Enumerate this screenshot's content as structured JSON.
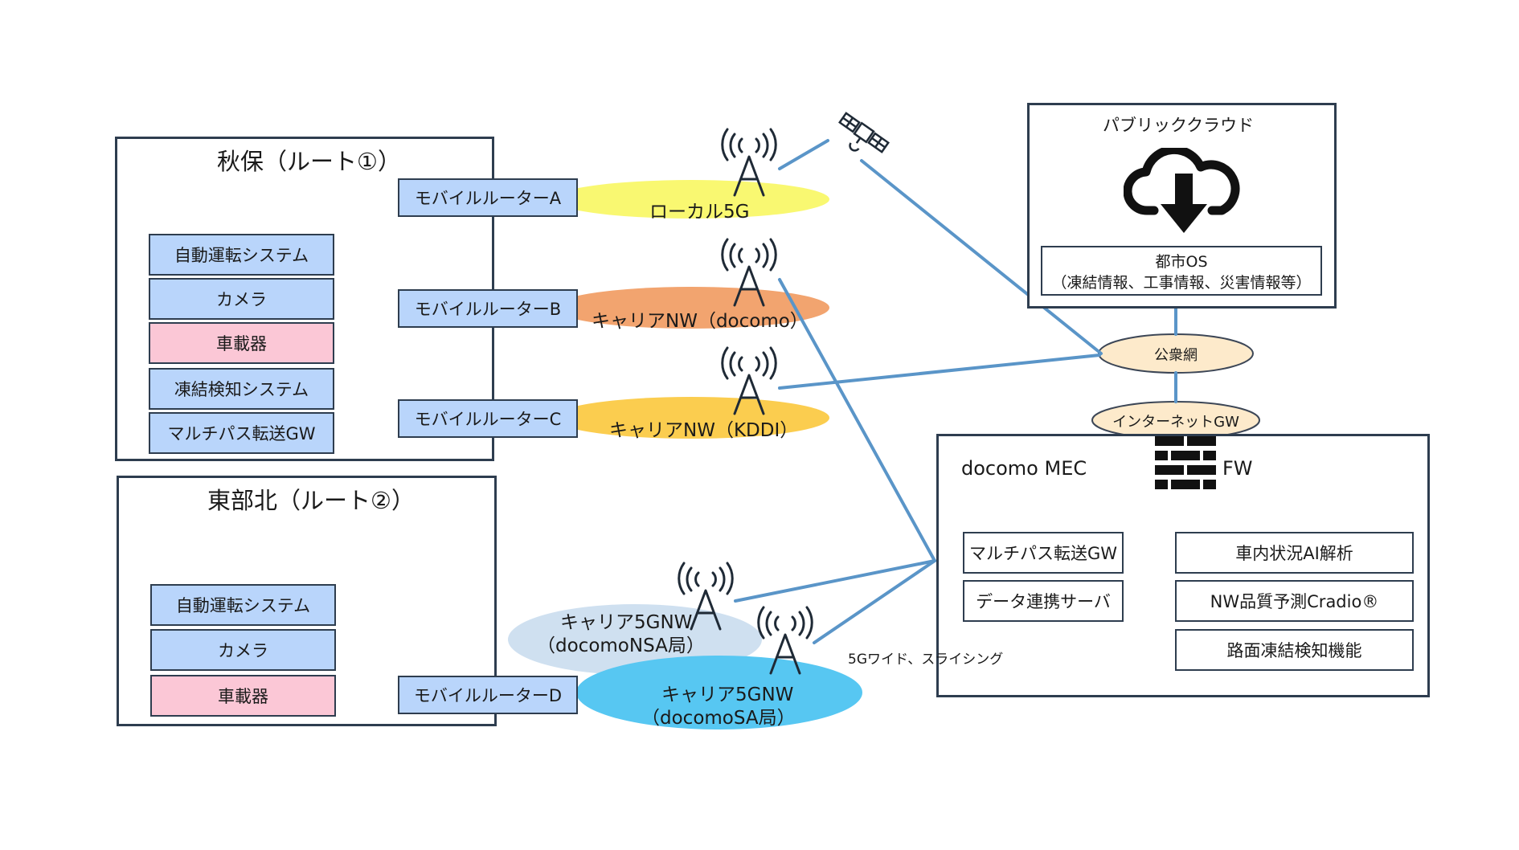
{
  "route1": {
    "title": "秋保（ルート①）",
    "systems": [
      "自動運転システム",
      "カメラ",
      "車載器",
      "凍結検知システム",
      "マルチパス転送GW"
    ]
  },
  "route2": {
    "title": "東部北（ルート②）",
    "systems": [
      "自動運転システム",
      "カメラ",
      "車載器"
    ]
  },
  "routers": [
    "モバイルルーターA",
    "モバイルルーターB",
    "モバイルルーターC",
    "モバイルルーターD"
  ],
  "networks": {
    "local5g": "ローカル5G",
    "docomo": "キャリアNW（docomo）",
    "kddi": "キャリアNW（KDDI）",
    "nsa_line1": "キャリア5GNW",
    "nsa_line2": "（docomoNSA局）",
    "sa_line1": "キャリア5GNW",
    "sa_line2": "（docomoSA局）"
  },
  "cloud": {
    "title": "パブリッククラウド",
    "os_line1": "都市OS",
    "os_line2": "（凍結情報、工事情報、災害情報等）"
  },
  "public_net": "公衆網",
  "internet_gw": "インターネットGW",
  "mec": {
    "title": "docomo MEC",
    "fw": "FW",
    "items": [
      "マルチパス転送GW",
      "データ連携サーバ",
      "車内状況AI解析",
      "NW品質予測Cradio®",
      "路面凍結検知機能"
    ]
  },
  "slicing_label": "5Gワイド、スライシング",
  "colors": {
    "local5g": "#f9f871",
    "docomo": "#f2a46f",
    "kddi": "#fbcd4f",
    "nsa": "#cfe0f0",
    "sa": "#57c7f2",
    "public_net": "#fdeacb",
    "link": "#5a95c8",
    "system_blue": "#b9d5fb",
    "system_pink": "#fbc7d6",
    "frame": "#2e3d4f"
  }
}
